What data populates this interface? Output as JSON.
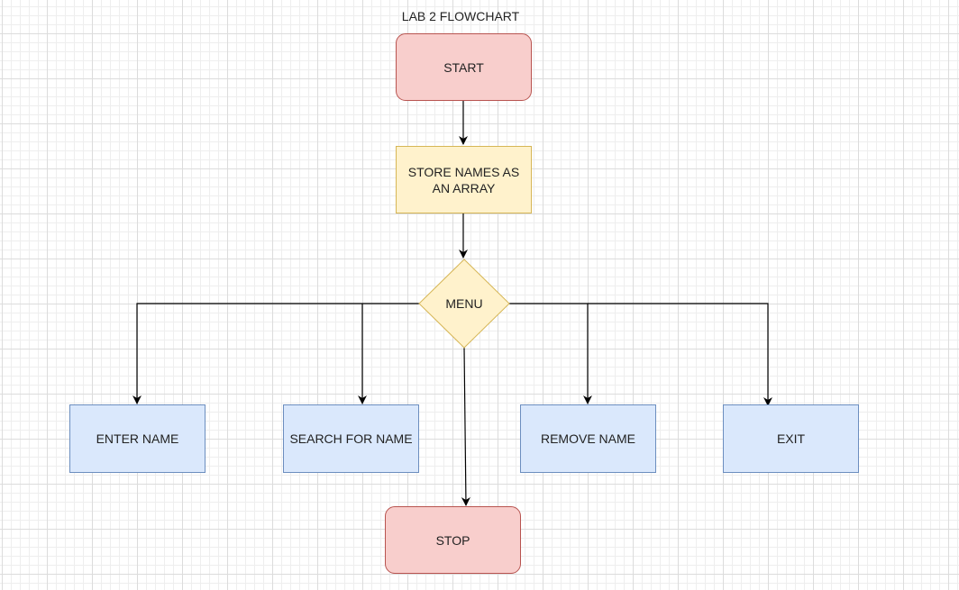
{
  "diagram": {
    "title": "LAB 2 FLOWCHART",
    "nodes": {
      "start": "START",
      "store": "STORE NAMES AS AN ARRAY",
      "menu": "MENU",
      "enter": "ENTER NAME",
      "search": "SEARCH FOR NAME",
      "remove": "REMOVE NAME",
      "exit": "EXIT",
      "stop": "STOP"
    },
    "edges": [
      {
        "from": "START",
        "to": "STORE NAMES AS AN ARRAY"
      },
      {
        "from": "STORE NAMES AS AN ARRAY",
        "to": "MENU"
      },
      {
        "from": "MENU",
        "to": "ENTER NAME"
      },
      {
        "from": "MENU",
        "to": "SEARCH FOR NAME"
      },
      {
        "from": "MENU",
        "to": "STOP"
      },
      {
        "from": "MENU",
        "to": "REMOVE NAME"
      },
      {
        "from": "MENU",
        "to": "EXIT"
      }
    ],
    "colors": {
      "terminal_fill": "#f8cecc",
      "terminal_stroke": "#b85450",
      "store_fill": "#fff2cc",
      "store_stroke": "#d6b656",
      "action_fill": "#dae8fc",
      "action_stroke": "#6c8ebf",
      "connector": "#000000"
    }
  }
}
